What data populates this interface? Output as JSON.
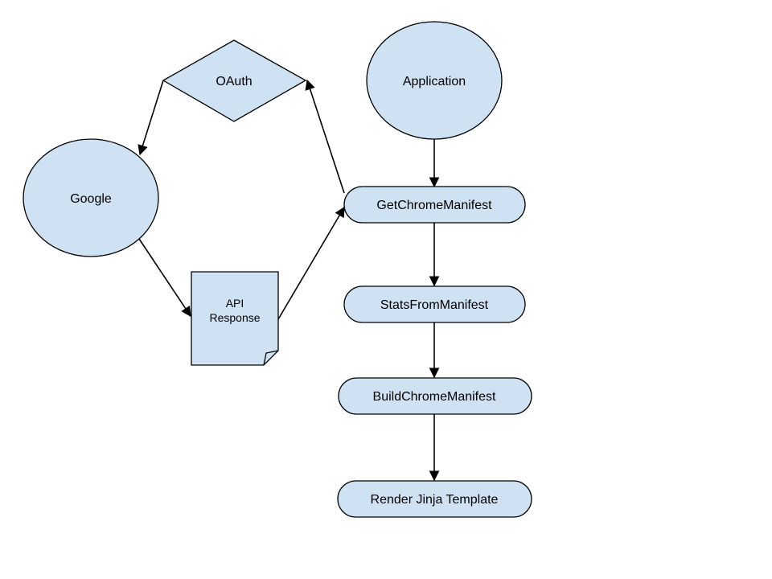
{
  "nodes": {
    "oauth": {
      "label": "OAuth",
      "shape": "diamond"
    },
    "google": {
      "label": "Google",
      "shape": "ellipse"
    },
    "api_response": {
      "label_lines": [
        "API",
        "Response"
      ],
      "shape": "document"
    },
    "application": {
      "label": "Application",
      "shape": "ellipse"
    },
    "get_chrome_manifest": {
      "label": "GetChromeManifest",
      "shape": "pill"
    },
    "stats_from_manifest": {
      "label": "StatsFromManifest",
      "shape": "pill"
    },
    "build_chrome_manifest": {
      "label": "BuildChromeManifest",
      "shape": "pill"
    },
    "render_jinja_template": {
      "label": "Render Jinja Template",
      "shape": "pill"
    }
  },
  "edges": [
    {
      "from": "oauth",
      "to": "google"
    },
    {
      "from": "google",
      "to": "api_response"
    },
    {
      "from": "api_response",
      "to": "get_chrome_manifest"
    },
    {
      "from": "get_chrome_manifest",
      "to": "oauth"
    },
    {
      "from": "application",
      "to": "get_chrome_manifest"
    },
    {
      "from": "get_chrome_manifest",
      "to": "stats_from_manifest"
    },
    {
      "from": "stats_from_manifest",
      "to": "build_chrome_manifest"
    },
    {
      "from": "build_chrome_manifest",
      "to": "render_jinja_template"
    }
  ],
  "colors": {
    "node_fill": "#cfe2f3",
    "stroke": "#000000"
  }
}
